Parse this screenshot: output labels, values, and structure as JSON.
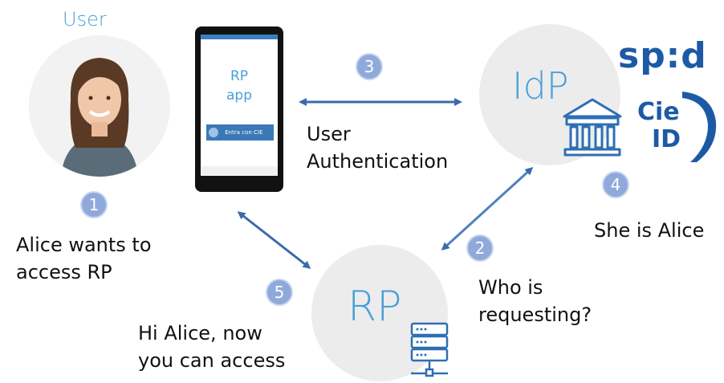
{
  "user": {
    "title": "User"
  },
  "phone": {
    "app_line1": "RP",
    "app_line2": "app",
    "login_button": "Entra con CIE"
  },
  "idp": {
    "label": "IdP"
  },
  "rp": {
    "label": "RP"
  },
  "logos": {
    "spid": "sp:d",
    "cie_top": "Cie",
    "cie_bottom": "ID"
  },
  "steps": [
    {
      "number": "1",
      "line1": "Alice wants to",
      "line2": "access RP"
    },
    {
      "number": "2",
      "line1": "Who is",
      "line2": "requesting?"
    },
    {
      "number": "3",
      "line1": "User",
      "line2": "Authentication"
    },
    {
      "number": "4",
      "line1": "She is Alice",
      "line2": ""
    },
    {
      "number": "5",
      "line1": "Hi Alice, now",
      "line2": "you can access"
    }
  ],
  "colors": {
    "arrow": "#3a6aa9",
    "badge": "#8fa9db",
    "circle": "#ececec",
    "accent_text": "#4aa0d8",
    "spid_blue": "#1c5aa5"
  }
}
